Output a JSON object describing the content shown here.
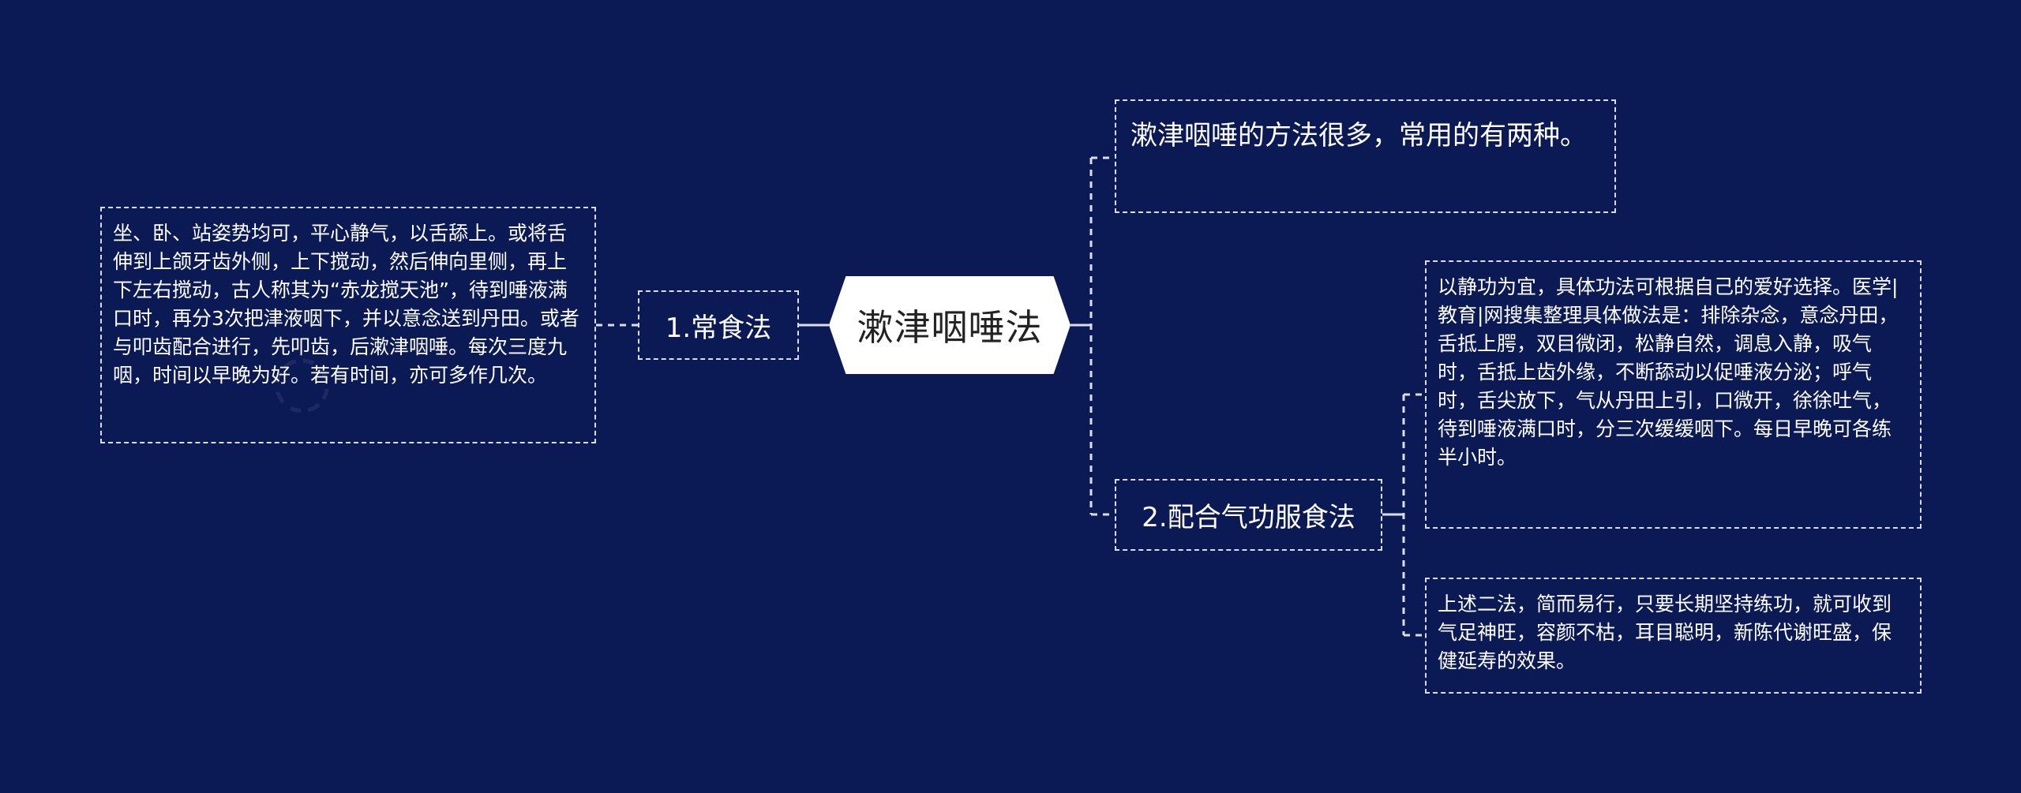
{
  "central": "漱津咽唾法",
  "left_branch": {
    "label": "1.常食法",
    "detail": "坐、卧、站姿势均可，平心静气，以舌舔上。或将舌伸到上颌牙齿外侧，上下搅动，然后伸向里侧，再上下左右搅动，古人称其为“赤龙搅天池”，待到唾液满口时，再分3次把津液咽下，并以意念送到丹田。或者与叩齿配合进行，先叩齿，后漱津咽唾。每次三度九咽，时间以早晚为好。若有时间，亦可多作几次。"
  },
  "right_top": "漱津咽唾的方法很多，常用的有两种。",
  "right_branch": {
    "label": "2.配合气功服食法",
    "detail_1": "以静功为宜，具体功法可根据自己的爱好选择。医学|教育|网搜集整理具体做法是：排除杂念，意念丹田，舌抵上腭，双目微闭，松静自然，调息入静，吸气时，舌抵上齿外缘，不断舔动以促唾液分泌；呼气时，舌尖放下，气从丹田上引，口微开，徐徐吐气，待到唾液满口时，分三次缓缓咽下。每日早晚可各练半小时。",
    "detail_2": "上述二法，简而易行，只要长期坚持练功，就可收到气足神旺，容颜不枯，耳目聪明，新陈代谢旺盛，保健延寿的效果。"
  },
  "colors": {
    "background": "#0b1a55",
    "line": "#d9dde8",
    "central_fill": "#ffffff"
  }
}
